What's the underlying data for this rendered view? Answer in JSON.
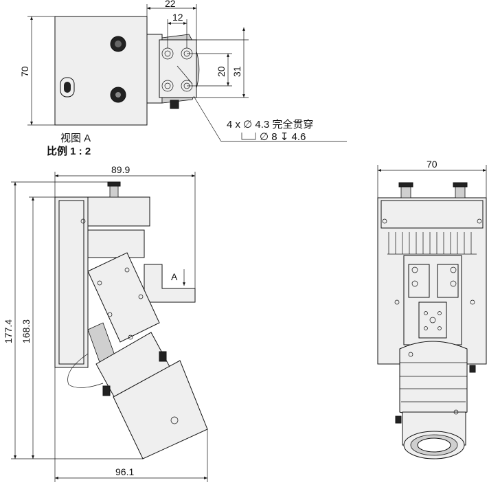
{
  "dimensions": {
    "top_width_22": "22",
    "top_width_12": "12",
    "top_height_70": "70",
    "top_hole_20": "20",
    "top_hole_31": "31",
    "side_width_89_9": "89.9",
    "side_height_177_4": "177.4",
    "side_height_168_3": "168.3",
    "side_bottom_96_1": "96.1",
    "front_width_70": "70"
  },
  "notes": {
    "hole_callout": "4 x ∅ 4.3 完全贯穿",
    "counterbore": "∅ 8 ↧ 4.6",
    "view_name": "视图 A",
    "scale": "比例 1 : 2",
    "section_marker": "A"
  }
}
